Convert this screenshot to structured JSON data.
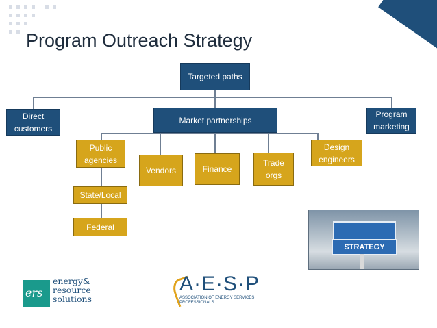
{
  "slide": {
    "title": "Program Outreach Strategy"
  },
  "org_chart": {
    "root": "Targeted paths",
    "level1": {
      "left": "Direct customers",
      "center": "Market partnerships",
      "right": "Program marketing"
    },
    "partners": {
      "public_agencies": "Public agencies",
      "vendors": "Vendors",
      "finance": "Finance",
      "trade_orgs": "Trade orgs",
      "design_engineers": "Design engineers"
    },
    "agency_children": {
      "state_local": "State/Local",
      "federal": "Federal"
    }
  },
  "logos": {
    "ers_mark": "ers",
    "ers_text": [
      "energy&",
      "resource",
      "solutions"
    ],
    "aesp_mark": "A·E·S·P",
    "aesp_sub": "ASSOCIATION OF ENERGY SERVICES PROFESSIONALS"
  },
  "photo": {
    "sign_text": "STRATEGY"
  },
  "colors": {
    "blue_box": "#1f4f7a",
    "gold_box": "#d6a51c",
    "connector": "#6f7f93",
    "title_text": "#1f2d3d"
  }
}
